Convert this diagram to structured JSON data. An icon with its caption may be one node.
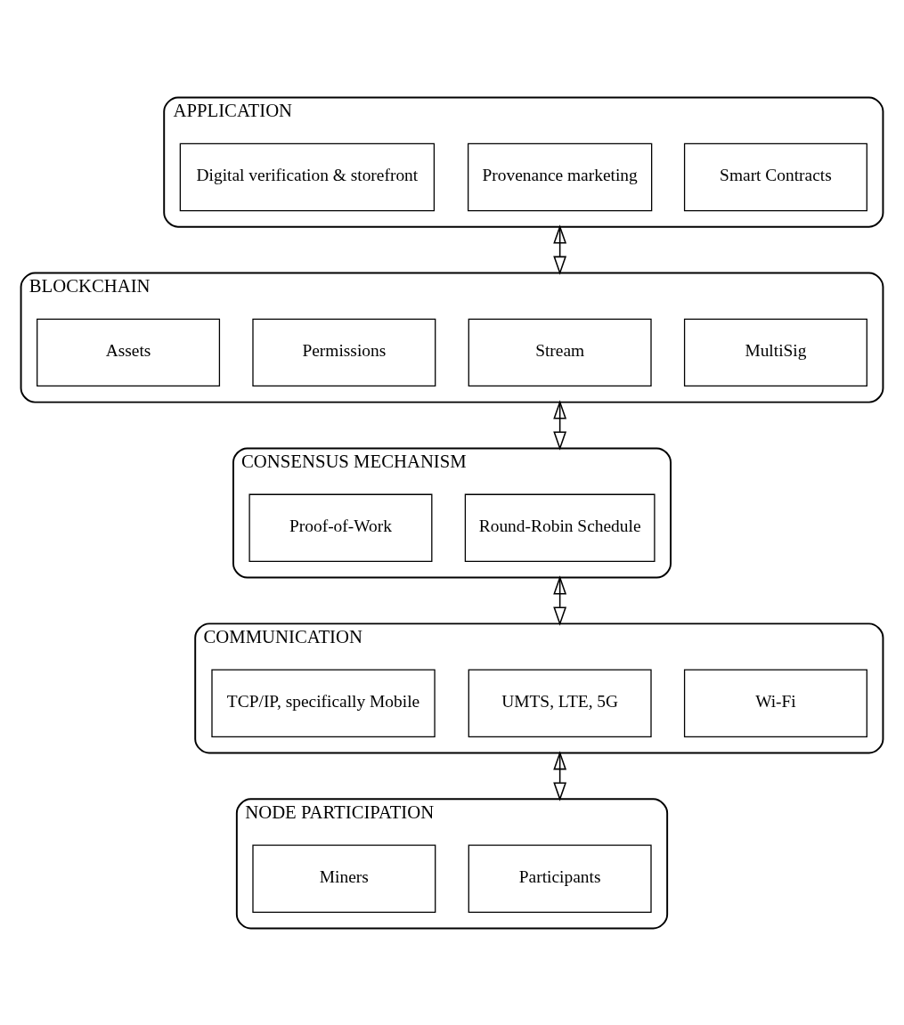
{
  "diagram": {
    "nodes": [
      {
        "text": [
          "APPLICATION"
        ]
      },
      {
        "text": [
          "Digital verification & storefront"
        ],
        "in": 0
      },
      {
        "text": [
          "Provenance marketing"
        ],
        "in": 0
      },
      {
        "text": [
          "Smart Contracts"
        ],
        "in": 0
      },
      {
        "text": [
          "BLOCKCHAIN"
        ]
      },
      {
        "text": [
          "Assets"
        ],
        "in": 4
      },
      {
        "text": [
          "Permissions"
        ],
        "in": 4
      },
      {
        "text": [
          "Stream"
        ],
        "in": 4
      },
      {
        "text": [
          "MultiSig"
        ],
        "in": 4
      },
      {
        "text": [
          "CONSENSUS MECHANISM"
        ]
      },
      {
        "text": [
          "Proof-of-Work"
        ],
        "in": 9
      },
      {
        "text": [
          "Round-Robin Schedule"
        ],
        "in": 9
      },
      {
        "text": [
          "COMMUNICATION"
        ]
      },
      {
        "text": [
          "TCP/IP, specifically Mobile"
        ],
        "in": 12
      },
      {
        "text": [
          "UMTS, LTE, 5G"
        ],
        "in": 12
      },
      {
        "text": [
          "Wi-Fi"
        ],
        "in": 12
      },
      {
        "text": [
          "NODE PARTICIPATION"
        ]
      },
      {
        "text": [
          "Miners"
        ],
        "in": 16
      },
      {
        "text": [
          "Participants"
        ],
        "in": 16
      }
    ],
    "edges": [
      {
        "from": 0,
        "to": 4,
        "arrow": "both"
      },
      {
        "from": 4,
        "to": 9,
        "arrow": "both"
      },
      {
        "from": 9,
        "to": 12,
        "arrow": "both"
      },
      {
        "from": 12,
        "to": 16,
        "arrow": "both"
      }
    ]
  }
}
